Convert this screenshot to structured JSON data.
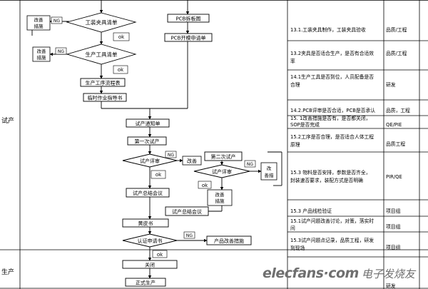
{
  "phases": {
    "trial": "试产",
    "production": "生产"
  },
  "flow": {
    "fixture_list": "工装夹具清单",
    "production_tool_list": "生产工具清单",
    "process_flowchart": "生产工序流程表",
    "temp_work_instruction": "临时作业指导书",
    "pcb_stencil_drawing": "PCB拆板图",
    "pcb_stencil_request": "PCB开模申请单",
    "trial_notice": "试产通知单",
    "first_trial": "第一次试产",
    "trial_review": "试产评审",
    "second_trial": "第二次试产",
    "trial_review_2": "试产评审",
    "improve": "改善",
    "improve_measures": "改善措施",
    "trial_summary_meeting": "试产总结会议",
    "trial_summary_meeting_2": "试产总结会议",
    "yellow_book": "黄皮书",
    "cert_request": "认证申请书",
    "product_improvement": "产品改善措施",
    "close": "关闭",
    "mass_production": "正式生产",
    "ng": "NG",
    "ok": "ok"
  },
  "checklist": [
    {
      "item": "13.1.工装夹具制作，工装夹具验收",
      "owner": "品质/工程"
    },
    {
      "item": "13.2夹具是否适合生产，是否有合适效率",
      "owner": "品质/工程"
    },
    {
      "item": "14.1生产工具是否到位，人员配备是否合理",
      "owner": "研发"
    },
    {
      "item": "14.2.PCB评审是否合适，PCB是否承认",
      "owner": "品质，工程"
    },
    {
      "item": "15.1改善措施是否有，是否都关闭，SOP是否完成",
      "owner": "QE/PIE"
    },
    {
      "item": "15.2工序是否合理，是否适合人体工程原理",
      "owner": "品质工程"
    },
    {
      "item": "15.3 物料是否安排，参数是否齐全，封装速否要求，装配方式是否明确",
      "owner": "PIR/QE"
    },
    {
      "item": "15.3 产品线检验证",
      "owner": "项目组"
    },
    {
      "item": "15.1试产问题改善讨论，对策，落实时间",
      "owner": "项目组"
    },
    {
      "item": "15.3试产问题点记录，品质工程，研发到现场",
      "owner": "项目组"
    },
    {
      "item": "",
      "owner": "研发"
    }
  ],
  "watermark": {
    "logo": "elecfans·com",
    "cn": "电子发烧友"
  }
}
